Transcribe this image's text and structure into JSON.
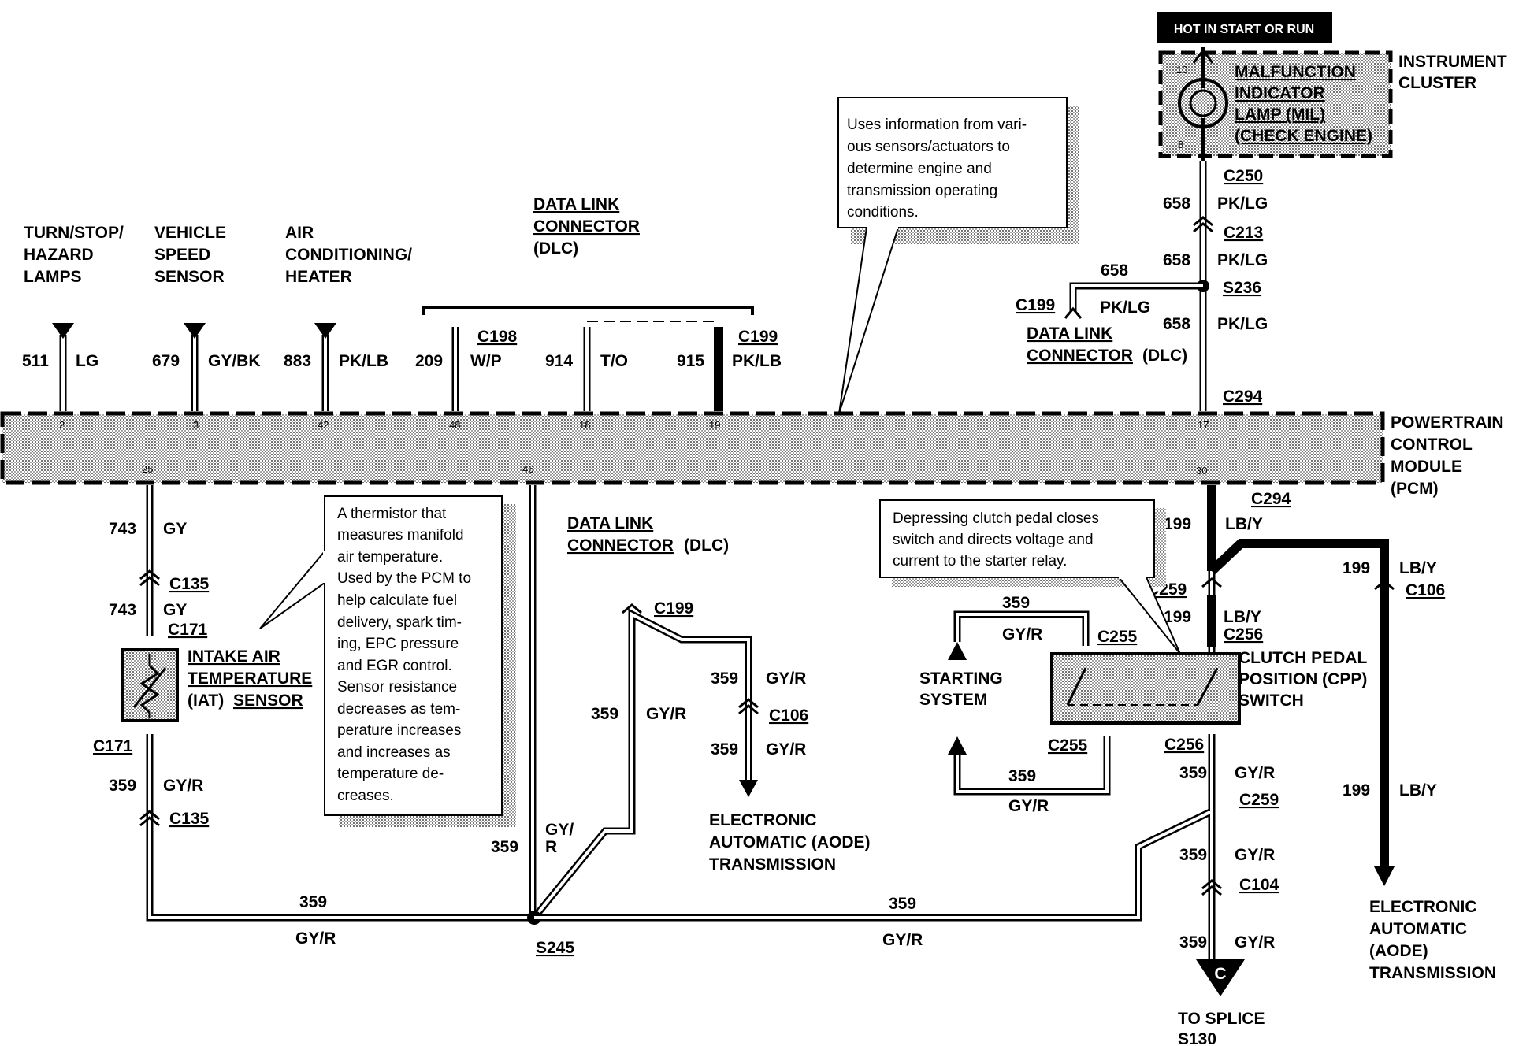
{
  "banner": "HOT IN START OR RUN",
  "components": {
    "instrument_cluster": [
      "INSTRUMENT",
      "CLUSTER"
    ],
    "mil": [
      "MALFUNCTION",
      "INDICATOR",
      "LAMP (MIL)",
      "(CHECK ENGINE)"
    ],
    "pcm": [
      "POWERTRAIN",
      "CONTROL",
      "MODULE",
      "(PCM)"
    ],
    "turn": [
      "TURN/STOP/",
      "HAZARD",
      "LAMPS"
    ],
    "vss": [
      "VEHICLE",
      "SPEED",
      "SENSOR"
    ],
    "ac": [
      "AIR",
      "CONDITIONING/",
      "HEATER"
    ],
    "dlc_top": [
      "DATA LINK",
      "CONNECTOR",
      "(DLC)"
    ],
    "dlc_right": [
      "DATA LINK",
      "CONNECTOR",
      "(DLC)"
    ],
    "dlc_mid": [
      "DATA LINK",
      "CONNECTOR",
      "(DLC)"
    ],
    "iat": [
      "INTAKE AIR",
      "TEMPERATURE",
      "(IAT)",
      "SENSOR"
    ],
    "cpp": [
      "CLUTCH PEDAL",
      "POSITION (CPP)",
      "SWITCH"
    ],
    "starting": [
      "STARTING",
      "SYSTEM"
    ],
    "aode_mid": [
      "ELECTRONIC",
      "AUTOMATIC (AODE)",
      "TRANSMISSION"
    ],
    "aode_right": [
      "ELECTRONIC",
      "AUTOMATIC",
      "(AODE)",
      "TRANSMISSION"
    ],
    "splice": [
      "TO SPLICE",
      "S130"
    ],
    "splice_glyph": "C"
  },
  "notes": {
    "pcm": [
      "Uses information from vari-",
      "ous sensors/actuators to",
      "determine engine and",
      "transmission operating",
      "conditions."
    ],
    "iat": [
      "A thermistor that",
      "measures manifold",
      "air temperature.",
      "Used by the PCM to",
      "help calculate fuel",
      "delivery, spark tim-",
      "ing, EPC pressure",
      "and EGR control.",
      "Sensor resistance",
      "decreases as tem-",
      "perature increases",
      "and increases as",
      "temperature de-",
      "creases."
    ],
    "cpp": [
      "Depressing clutch pedal closes",
      "switch and directs voltage and",
      "current to the starter relay."
    ]
  },
  "circuits": {
    "c511": "511",
    "lg": "LG",
    "c679": "679",
    "gybk": "GY/BK",
    "c883": "883",
    "pklb": "PK/LB",
    "c209": "209",
    "wp": "W/P",
    "c914": "914",
    "to": "T/O",
    "c915": "915",
    "pklb2": "PK/LB",
    "c658": "658",
    "pklg": "PK/LG",
    "c743": "743",
    "gy": "GY",
    "c359": "359",
    "gyr": "GY/R",
    "gy_r_a": "GY/",
    "gy_r_b": "R",
    "c199": "199",
    "lby": "LB/Y"
  },
  "connectors": {
    "c250": "C250",
    "c213": "C213",
    "s236": "S236",
    "c199": "C199",
    "c294": "C294",
    "c198": "C198",
    "c135": "C135",
    "c171": "C171",
    "c106": "C106",
    "c255": "C255",
    "c256": "C256",
    "c259": "C259",
    "c104": "C104",
    "s245": "S245"
  },
  "pins": {
    "p2": "2",
    "p3": "3",
    "p42": "42",
    "p48": "48",
    "p18": "18",
    "p19": "19",
    "p17": "17",
    "p25": "25",
    "p46": "46",
    "p30": "30",
    "p10": "10",
    "p8": "8"
  }
}
